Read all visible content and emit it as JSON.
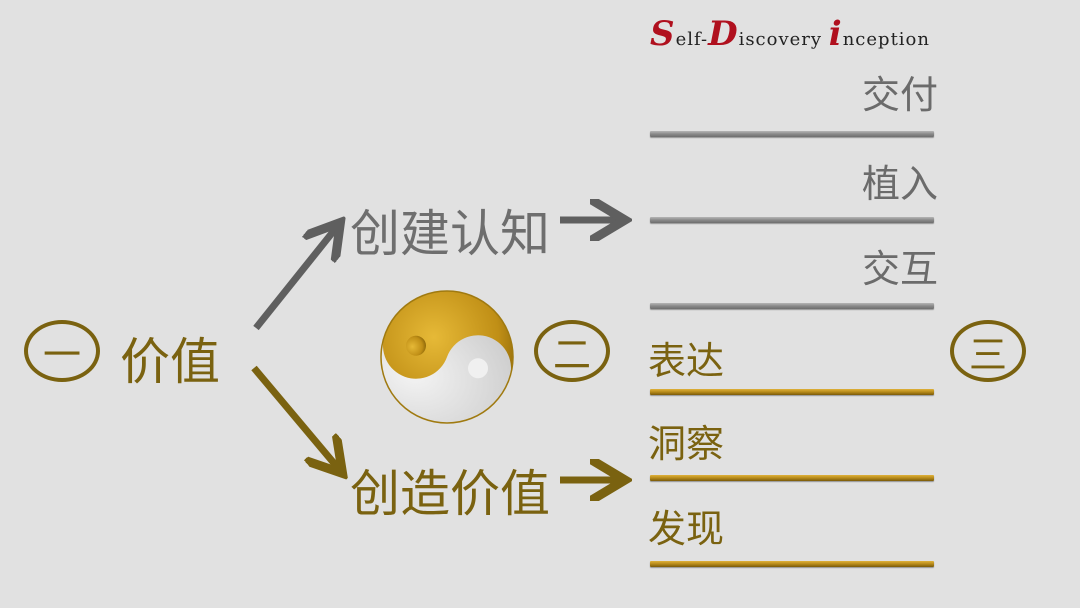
{
  "brand": {
    "s": "S",
    "elf": "elf-",
    "d": "D",
    "iscovery": "iscovery ",
    "i": "i",
    "nception": "nception"
  },
  "left": {
    "number": "一",
    "label": "价值"
  },
  "middle": {
    "top_label": "创建认知",
    "bottom_label": "创造价值",
    "number": "二"
  },
  "right": {
    "number": "三",
    "gray_items": [
      "交付",
      "植入",
      "交互"
    ],
    "gold_items": [
      "表达",
      "洞察",
      "发现"
    ]
  },
  "colors": {
    "gray": "#6e6e6e",
    "gold": "#7a6210",
    "brand_red": "#b0101e",
    "background": "#e1e1e1"
  }
}
